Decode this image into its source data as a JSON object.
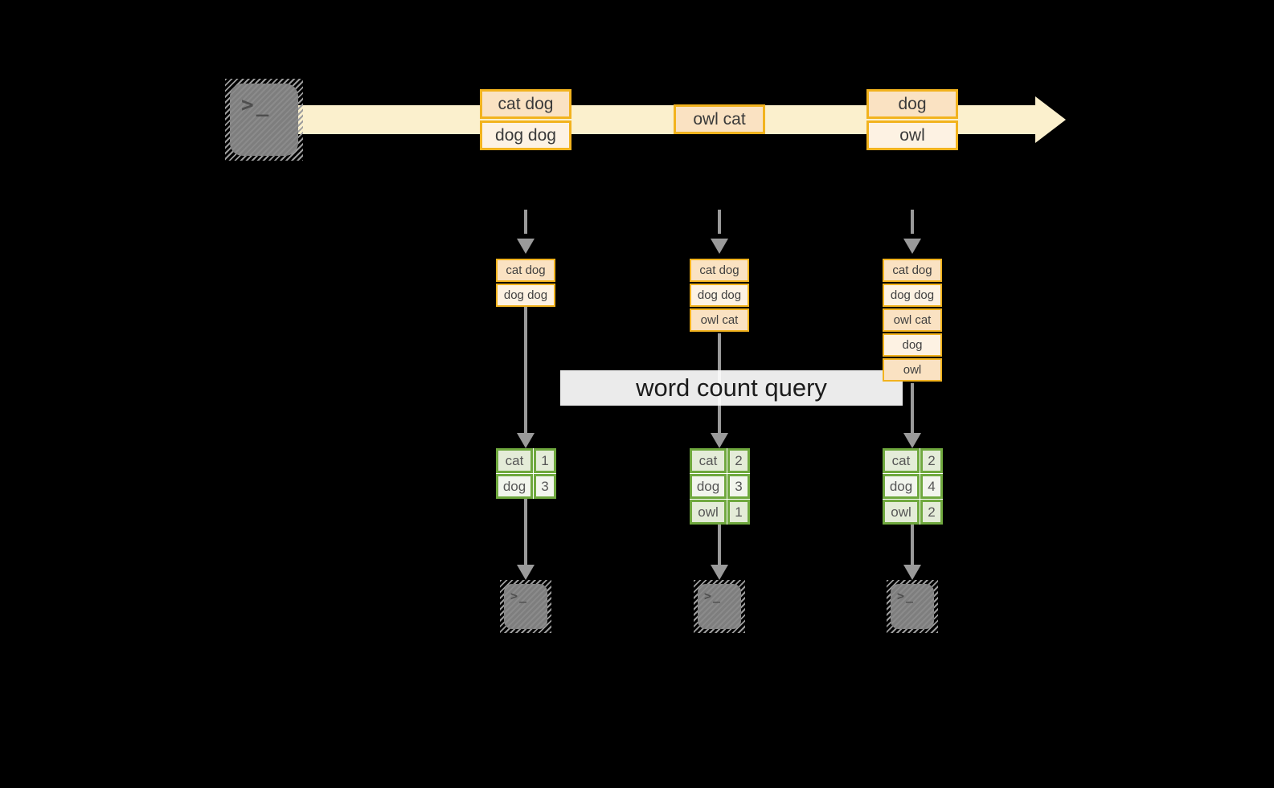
{
  "title": "structured streaming word count diagram",
  "icons": {
    "terminal_prompt": ">_"
  },
  "colors": {
    "background": "#000000",
    "stream_band": "#FBF0CD",
    "amber_border": "#F2B31E",
    "peach_fill": "#FAE2C2",
    "cream_fill": "#FDF2E3",
    "green_border": "#6FA83E",
    "green_fill_a": "#E4ECD8",
    "green_fill_b": "#F2F5ED",
    "arrow_gray": "#9A9A9A",
    "terminal_gray": "#7E7E7E"
  },
  "query": {
    "label": "word count query"
  },
  "stream": {
    "batches": [
      {
        "records": [
          "cat dog",
          "dog dog"
        ]
      },
      {
        "records": [
          "owl cat"
        ]
      },
      {
        "records": [
          "dog",
          "owl"
        ]
      }
    ]
  },
  "columns": [
    {
      "state": [
        "cat dog",
        "dog dog"
      ],
      "counts": [
        {
          "word": "cat",
          "count": "1"
        },
        {
          "word": "dog",
          "count": "3"
        }
      ]
    },
    {
      "state": [
        "cat dog",
        "dog dog",
        "owl cat"
      ],
      "counts": [
        {
          "word": "cat",
          "count": "2"
        },
        {
          "word": "dog",
          "count": "3"
        },
        {
          "word": "owl",
          "count": "1"
        }
      ]
    },
    {
      "state": [
        "cat dog",
        "dog dog",
        "owl cat",
        "dog",
        "owl"
      ],
      "counts": [
        {
          "word": "cat",
          "count": "2"
        },
        {
          "word": "dog",
          "count": "4"
        },
        {
          "word": "owl",
          "count": "2"
        }
      ]
    }
  ]
}
